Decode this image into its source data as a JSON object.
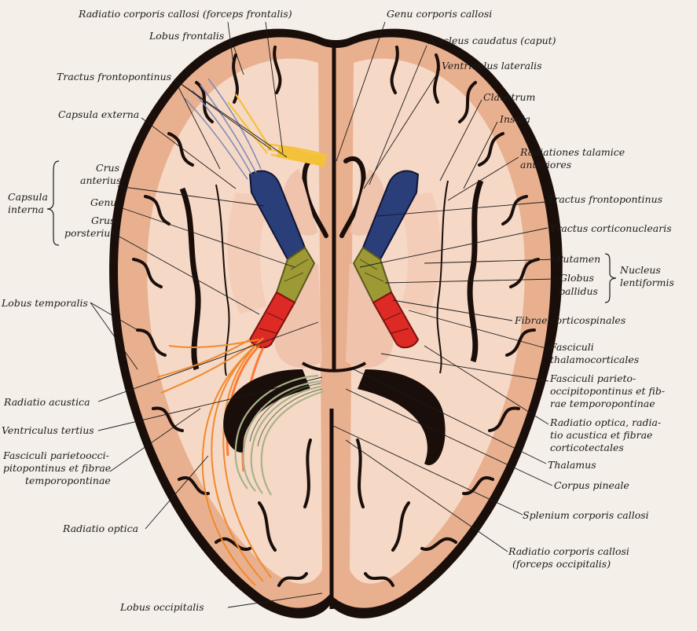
{
  "labels": {
    "radiatio_frontalis": "Radiatio corporis callosi (forceps frontalis)",
    "genu_cc": "Genu corporis callosi",
    "lobus_frontalis": "Lobus frontalis",
    "nucleus_caudatus": "Nucleus caudatus (caput)",
    "ventriculus_lateralis": "Ventriculus lateralis",
    "tractus_frontopontinus_l": "Tractus frontopontinus",
    "claustrum": "Claustrum",
    "capsula_externa": "Capsula externa",
    "insula": "Insula",
    "radiationes_talamice_1": "Radiationes talamice",
    "radiationes_talamice_2": "anteriores",
    "crus_anterius_1": "Crus",
    "crus_anterius_2": "anterius",
    "capsula_interna_1": "Capsula",
    "capsula_interna_2": "interna",
    "tractus_frontopontinus_r": "Tractus frontopontinus",
    "genu": "Genu",
    "tractus_corticonuclearis": "Tractus corticonuclearis",
    "crus_posterius_1": "Grus",
    "crus_posterius_2": "porsterius",
    "putamen": "Putamen",
    "globus_1": "Globus",
    "globus_2": "pallidus",
    "nucleus_lentiformis_1": "Nucleus",
    "nucleus_lentiformis_2": "lentiformis",
    "lobus_temporalis": "Lobus temporalis",
    "fibrae_corticospinales": "Fibrae corticospinales",
    "fasciculi_thal_1": "Fasciculi",
    "fasciculi_thal_2": "thalamocorticales",
    "fasc_parieto_r_1": "Fasciculi parieto-",
    "fasc_parieto_r_2": "occipitopontinus et fib-",
    "fasc_parieto_r_3": "rae temporopontinae",
    "radiatio_acustica": "Radiatio acustica",
    "radiatio_optica_r_1": "Radiatio optica, radia-",
    "radiatio_optica_r_2": "tio acustica et fibrae",
    "radiatio_optica_r_3": "corticotectales",
    "ventriculus_tertius": "Ventriculus tertius",
    "fasc_parieto_l_1": "Fasciculi parietoocci-",
    "fasc_parieto_l_2": "pitopontinus et fibrae",
    "fasc_parieto_l_3": "temporopontinae",
    "thalamus": "Thalamus",
    "corpus_pineale": "Corpus pineale",
    "radiatio_optica_l": "Radiatio optica",
    "splenium": "Splenium corporis callosi",
    "radiatio_occipitalis_1": "Radiatio corporis callosi",
    "radiatio_occipitalis_2": "(forceps occipitalis)",
    "lobus_occipitalis": "Lobus occipitalis"
  },
  "colors": {
    "background": "#f4efe8",
    "cortex": "#e9b08f",
    "white_matter": "#f6d8c6",
    "sulcus": "#1a0e0a",
    "blue_capsule": "#2a3f7a",
    "olive_capsule": "#9d9a35",
    "red_capsule": "#dd2a24",
    "thalamus": "#f0c3ad",
    "orange_fibers": "#f08a2c",
    "yellow_fibers": "#f3c23a",
    "green_fibers": "#a7b38a"
  }
}
